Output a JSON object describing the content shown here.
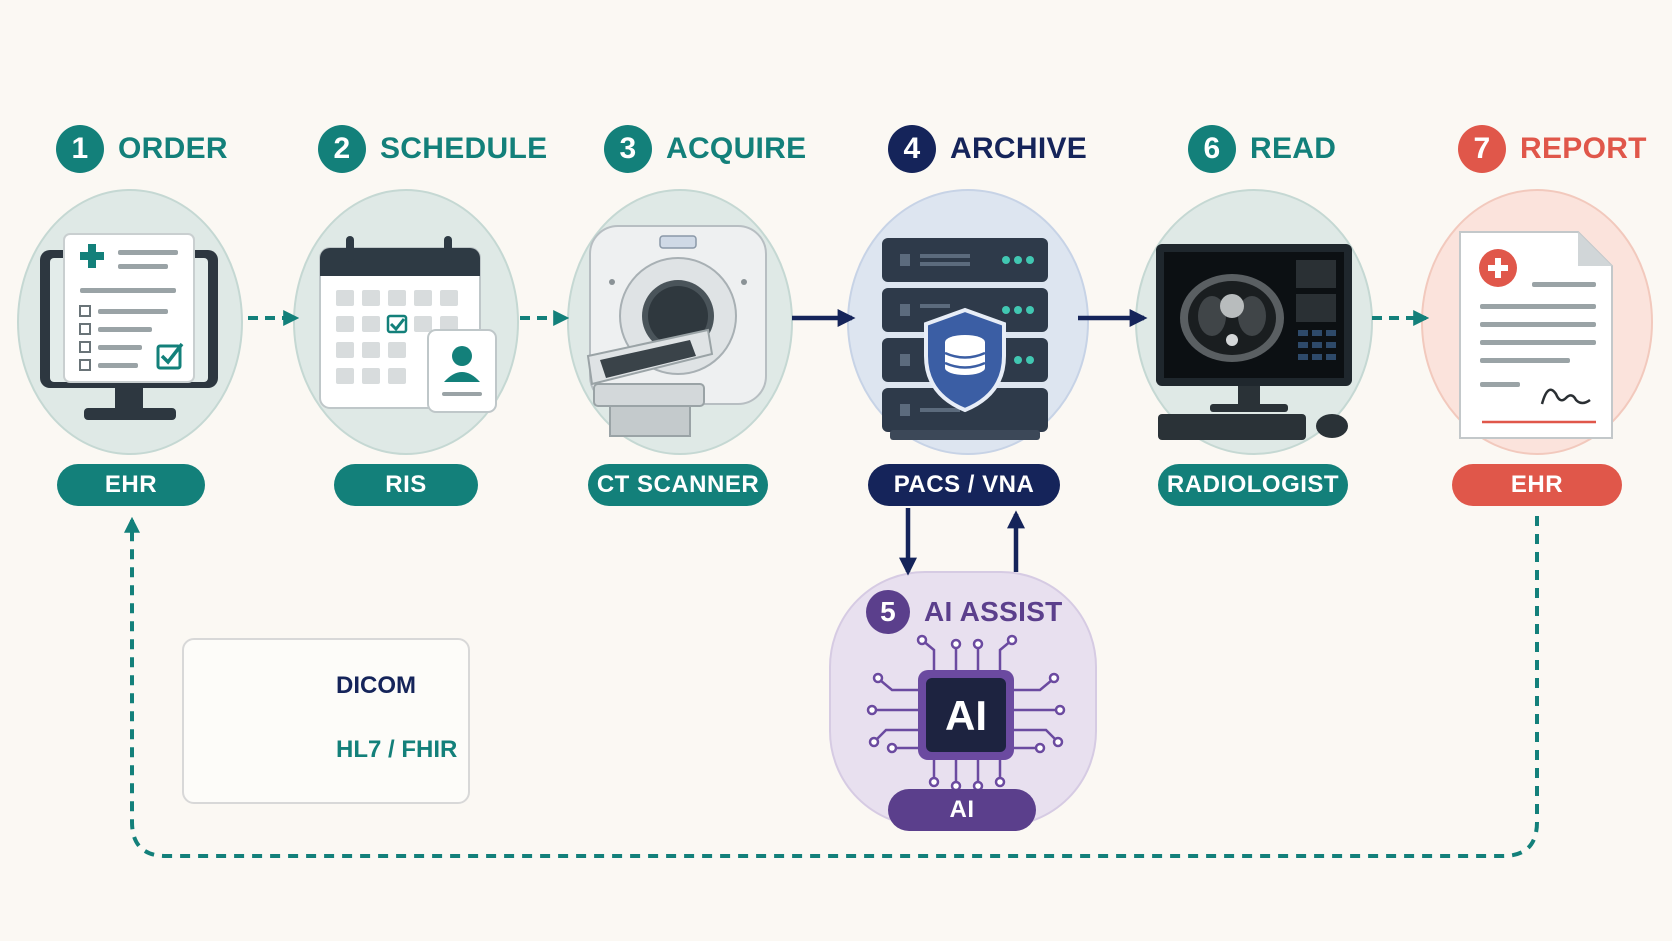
{
  "colors": {
    "teal": "#13807a",
    "navy": "#15245a",
    "purple": "#5b3f8c",
    "red": "#e0574a",
    "background": "#fbf8f3"
  },
  "steps": [
    {
      "number": "1",
      "title": "ORDER",
      "system": "EHR",
      "icon": "ehr-monitor-icon"
    },
    {
      "number": "2",
      "title": "SCHEDULE",
      "system": "RIS",
      "icon": "calendar-icon"
    },
    {
      "number": "3",
      "title": "ACQUIRE",
      "system": "CT SCANNER",
      "icon": "ct-scanner-icon"
    },
    {
      "number": "4",
      "title": "ARCHIVE",
      "system": "PACS / VNA",
      "icon": "server-rack-icon"
    },
    {
      "number": "5",
      "title": "AI ASSIST",
      "system": "AI",
      "icon": "ai-chip-icon",
      "chip_text": "AI"
    },
    {
      "number": "6",
      "title": "READ",
      "system": "RADIOLOGIST",
      "icon": "workstation-icon"
    },
    {
      "number": "7",
      "title": "REPORT",
      "system": "EHR",
      "icon": "report-document-icon"
    }
  ],
  "legend": {
    "dicom": "DICOM",
    "hl7": "HL7 / FHIR"
  }
}
